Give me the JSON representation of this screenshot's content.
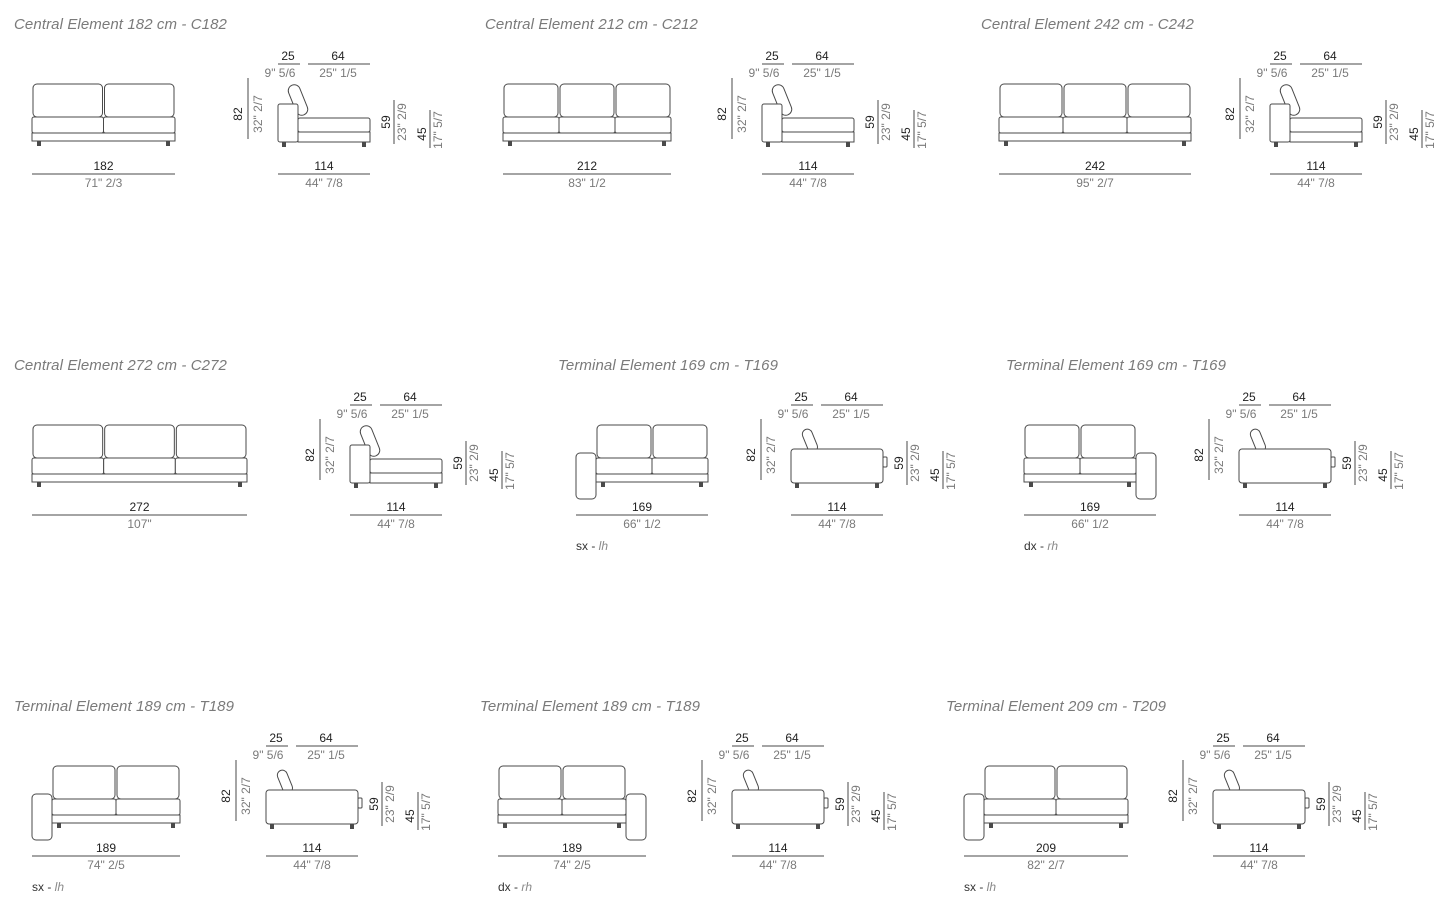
{
  "common": {
    "back_depth_cm": "25",
    "back_depth_in": "9\" 5/6",
    "seat_depth_cm": "64",
    "seat_depth_in": "25\" 1/5",
    "height_cm": "82",
    "height_in": "32\" 2/7",
    "seat_height_cm": "59",
    "seat_height_in": "23\" 2/9",
    "arm_height_cm": "45",
    "arm_height_in": "17\" 5/7",
    "depth_cm": "114",
    "depth_in": "44\" 7/8"
  },
  "elements": [
    {
      "title": "Central Element 182 cm - C182",
      "width_cm": "182",
      "width_in": "71\" 2/3",
      "side": null
    },
    {
      "title": "Central Element 212 cm - C212",
      "width_cm": "212",
      "width_in": "83\" 1/2",
      "side": null
    },
    {
      "title": "Central Element 242 cm - C242",
      "width_cm": "242",
      "width_in": "95\" 2/7",
      "side": null
    },
    {
      "title": "Central Element 272 cm - C272",
      "width_cm": "272",
      "width_in": "107\"",
      "side": null
    },
    {
      "title": "Terminal Element 169 cm - T169",
      "width_cm": "169",
      "width_in": "66\" 1/2",
      "side": {
        "code": "sx",
        "sep": " - ",
        "label": "lh"
      }
    },
    {
      "title": "Terminal Element 169 cm - T169",
      "width_cm": "169",
      "width_in": "66\" 1/2",
      "side": {
        "code": "dx",
        "sep": " - ",
        "label": "rh"
      }
    },
    {
      "title": "Terminal Element 189 cm - T189",
      "width_cm": "189",
      "width_in": "74\" 2/5",
      "side": {
        "code": "sx",
        "sep": " - ",
        "label": "lh"
      }
    },
    {
      "title": "Terminal Element 189 cm - T189",
      "width_cm": "189",
      "width_in": "74\" 2/5",
      "side": {
        "code": "dx",
        "sep": " - ",
        "label": "rh"
      }
    },
    {
      "title": "Terminal Element 209 cm - T209",
      "width_cm": "209",
      "width_in": "82\" 2/7",
      "side": {
        "code": "sx",
        "sep": " - ",
        "label": "lh"
      }
    }
  ],
  "colors": {
    "line": "#4a4a4a",
    "dim_text": "#222222",
    "inch_text": "#7a7a7a",
    "title_text": "#7a7a7a"
  }
}
